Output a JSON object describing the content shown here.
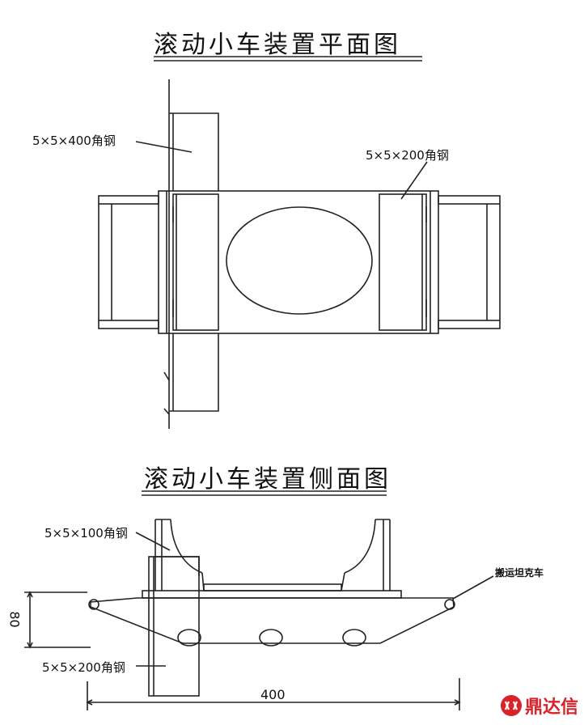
{
  "plan_view": {
    "title": "滚动小车装置平面图",
    "label_angle_400": "5×5×400角钢",
    "label_angle_200": "5×5×200角钢"
  },
  "side_view": {
    "title": "滚动小车装置侧面图",
    "label_angle_100": "5×5×100角钢",
    "label_angle_200": "5×5×200角钢",
    "label_transport": "搬运坦克车",
    "dim_height": "80",
    "dim_width": "400"
  },
  "watermark": {
    "text": "鼎达信",
    "color": "#d8232a"
  }
}
